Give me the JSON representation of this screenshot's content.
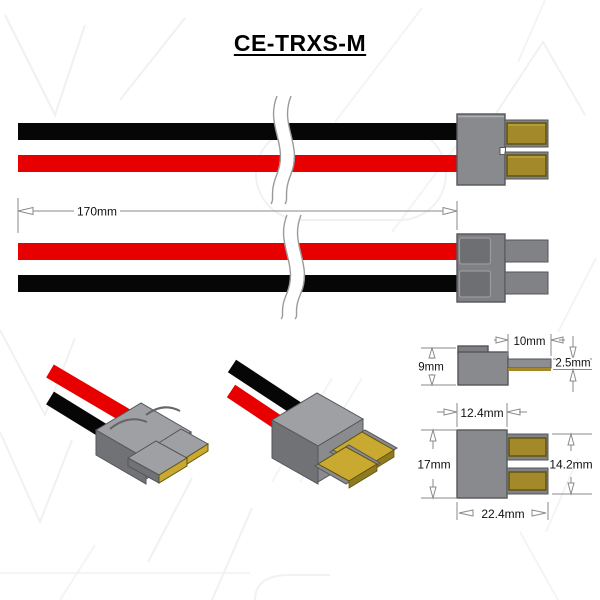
{
  "title": "CE-TRXS-M",
  "colors": {
    "wire_red": "#e80000",
    "wire_black": "#060606",
    "housing_gray": "#898a8d",
    "housing_outline": "#55565a",
    "contact_gold": "#a3892a",
    "contact_gold_dark": "#5f5414",
    "dim_gray": "#8a8a8a",
    "watermark": "#f1f1f1"
  },
  "dims": {
    "cable_length": "170mm",
    "tab_length": "10mm",
    "tab_thickness": "2.5mm",
    "body_height": "9mm",
    "body_width": "12.4mm",
    "housing_height": "17mm",
    "contact_span": "14.2mm",
    "overall_depth": "22.4mm"
  }
}
